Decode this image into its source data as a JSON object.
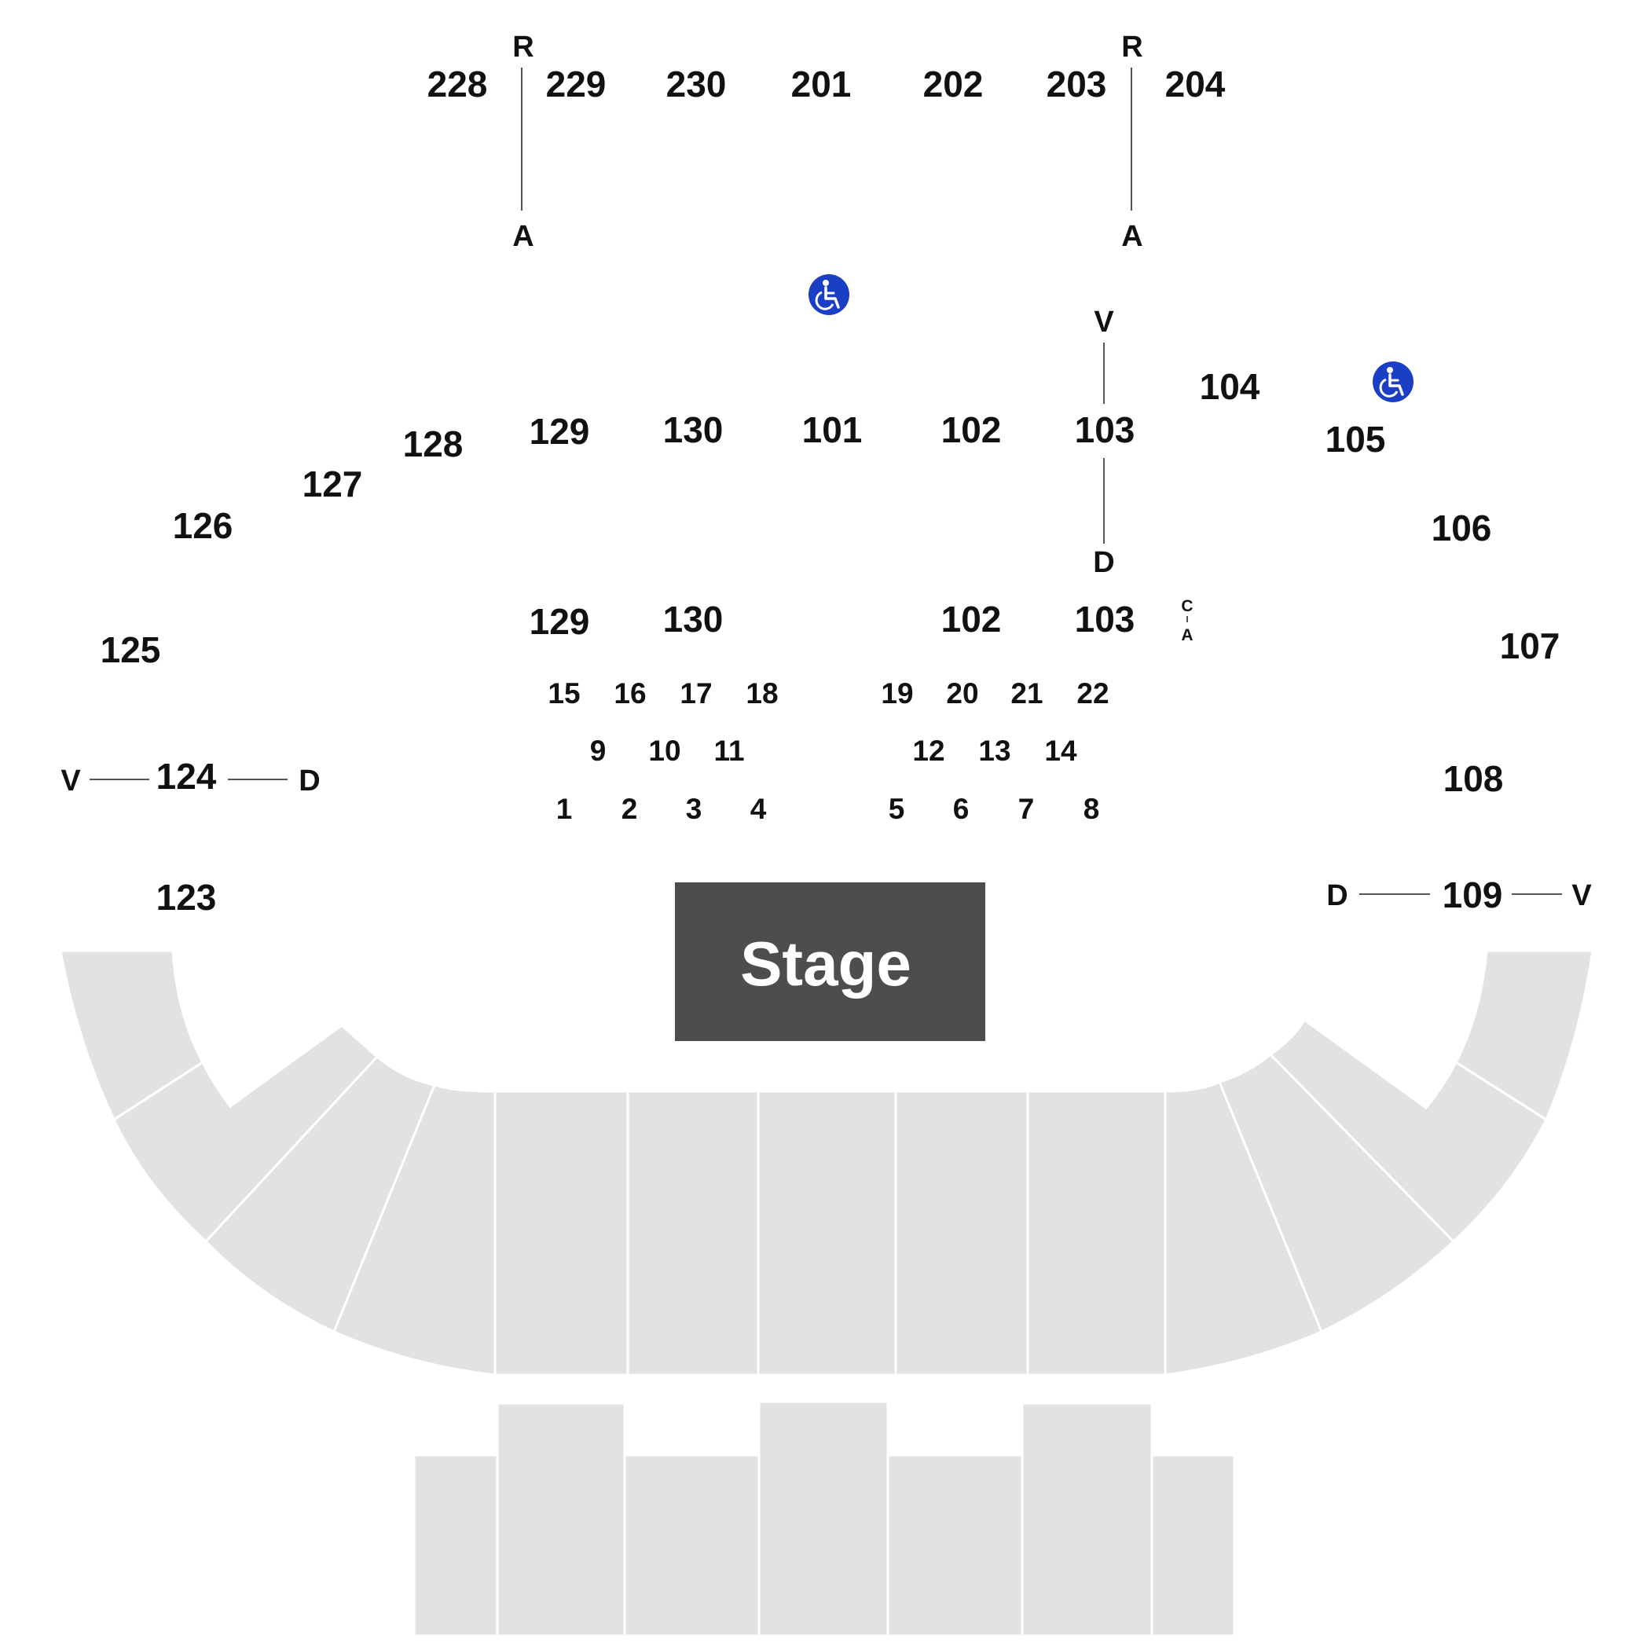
{
  "upper_sections": {
    "s228": "228",
    "s229": "229",
    "s230": "230",
    "s201": "201",
    "s202": "202",
    "s203": "203",
    "s204": "204"
  },
  "row_markers": {
    "R": "R",
    "A": "A",
    "V": "V",
    "D": "D",
    "C": "C"
  },
  "lower_sections": {
    "s129": "129",
    "s130": "130",
    "s101": "101",
    "s102": "102",
    "s103": "103",
    "s104": "104",
    "s105": "105",
    "s106": "106",
    "s107": "107",
    "s108": "108",
    "s109": "109",
    "s123": "123",
    "s124": "124",
    "s125": "125",
    "s126": "126",
    "s127": "127",
    "s128": "128"
  },
  "floor_sections": {
    "f1": "1",
    "f2": "2",
    "f3": "3",
    "f4": "4",
    "f5": "5",
    "f6": "6",
    "f7": "7",
    "f8": "8",
    "f9": "9",
    "f10": "10",
    "f11": "11",
    "f12": "12",
    "f13": "13",
    "f14": "14",
    "f15": "15",
    "f16": "16",
    "f17": "17",
    "f18": "18",
    "f19": "19",
    "f20": "20",
    "f21": "21",
    "f22": "22"
  },
  "stage": {
    "label": "Stage",
    "color": "#4d4d4d"
  },
  "colors": {
    "seating_block": "#e2e2e2",
    "accessible": "#1b3fc4",
    "text": "#111111"
  },
  "icons": {
    "accessible": "wheelchair-icon"
  }
}
